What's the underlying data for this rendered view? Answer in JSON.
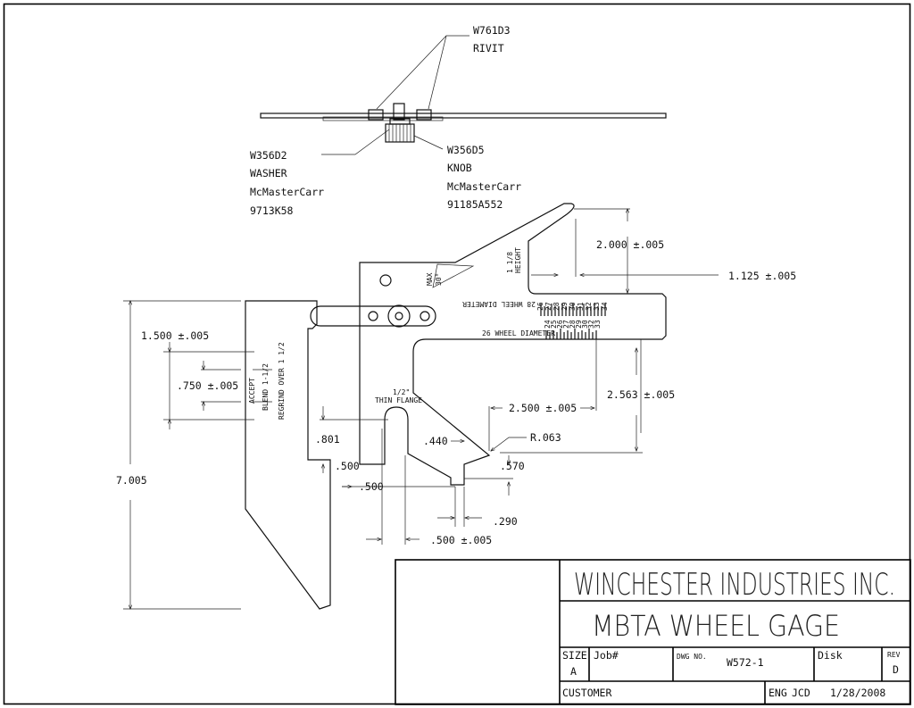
{
  "callouts": {
    "rivit_part": "W761D3",
    "rivit_name": "RIVIT",
    "washer_part": "W356D2",
    "washer_name": "WASHER",
    "washer_vendor": "McMasterCarr",
    "washer_vendor_no": "9713K58",
    "knob_part": "W356D5",
    "knob_name": "KNOB",
    "knob_vendor": "McMasterCarr",
    "knob_vendor_no": "91185A552"
  },
  "dims": {
    "d_2000": "2.000 ±.005",
    "d_1125": "1.125 ±.005",
    "d_1500": "1.500 ±.005",
    "d_750": ".750 ±.005",
    "d_2563": "2.563 ±.005",
    "d_2500": "2.500 ±.005",
    "d_r063": "R.063",
    "d_440": ".440",
    "d_570": ".570",
    "d_801": ".801",
    "d_500a": ".500",
    "d_500b": ".500",
    "d_290": ".290",
    "d_500tol": ".500 ±.005",
    "d_7005": "7.005"
  },
  "labels": {
    "max30_a": "MAX",
    "max30_b": "30°",
    "height_a": "1 1/8",
    "height_b": "HEIGHT",
    "wheel_dia_inverted": "28 WHEEL DIAMETER",
    "wheel_dia_upper": "26 WHEEL DIAMETER",
    "thin_flange_a": "1/2\"",
    "thin_flange_b": "THIN FLANGE",
    "accept": "ACCEPT",
    "blend": "BLEND 1-1/2",
    "regrind": "REGRIND OVER 1 1/2"
  },
  "scale_numbers": {
    "upper": [
      "26",
      "27",
      "28",
      "29",
      "30",
      "31",
      "32",
      "33",
      "34"
    ],
    "lower": [
      "24",
      "25",
      "26",
      "27",
      "28",
      "29",
      "30",
      "32",
      "33"
    ]
  },
  "title_block": {
    "company": "WINCHESTER INDUSTRIES INC.",
    "title": "MBTA WHEEL GAGE",
    "size_label": "SIZE",
    "size_value": "A",
    "job_label": "Job#",
    "dwg_label": "DWG NO.",
    "dwg_value": "W572-1",
    "disk_label": "Disk",
    "rev_label": "REV",
    "rev_value": "D",
    "customer_label": "CUSTOMER",
    "eng_label": "ENG",
    "eng_value": "JCD",
    "date_value": "1/28/2008"
  }
}
